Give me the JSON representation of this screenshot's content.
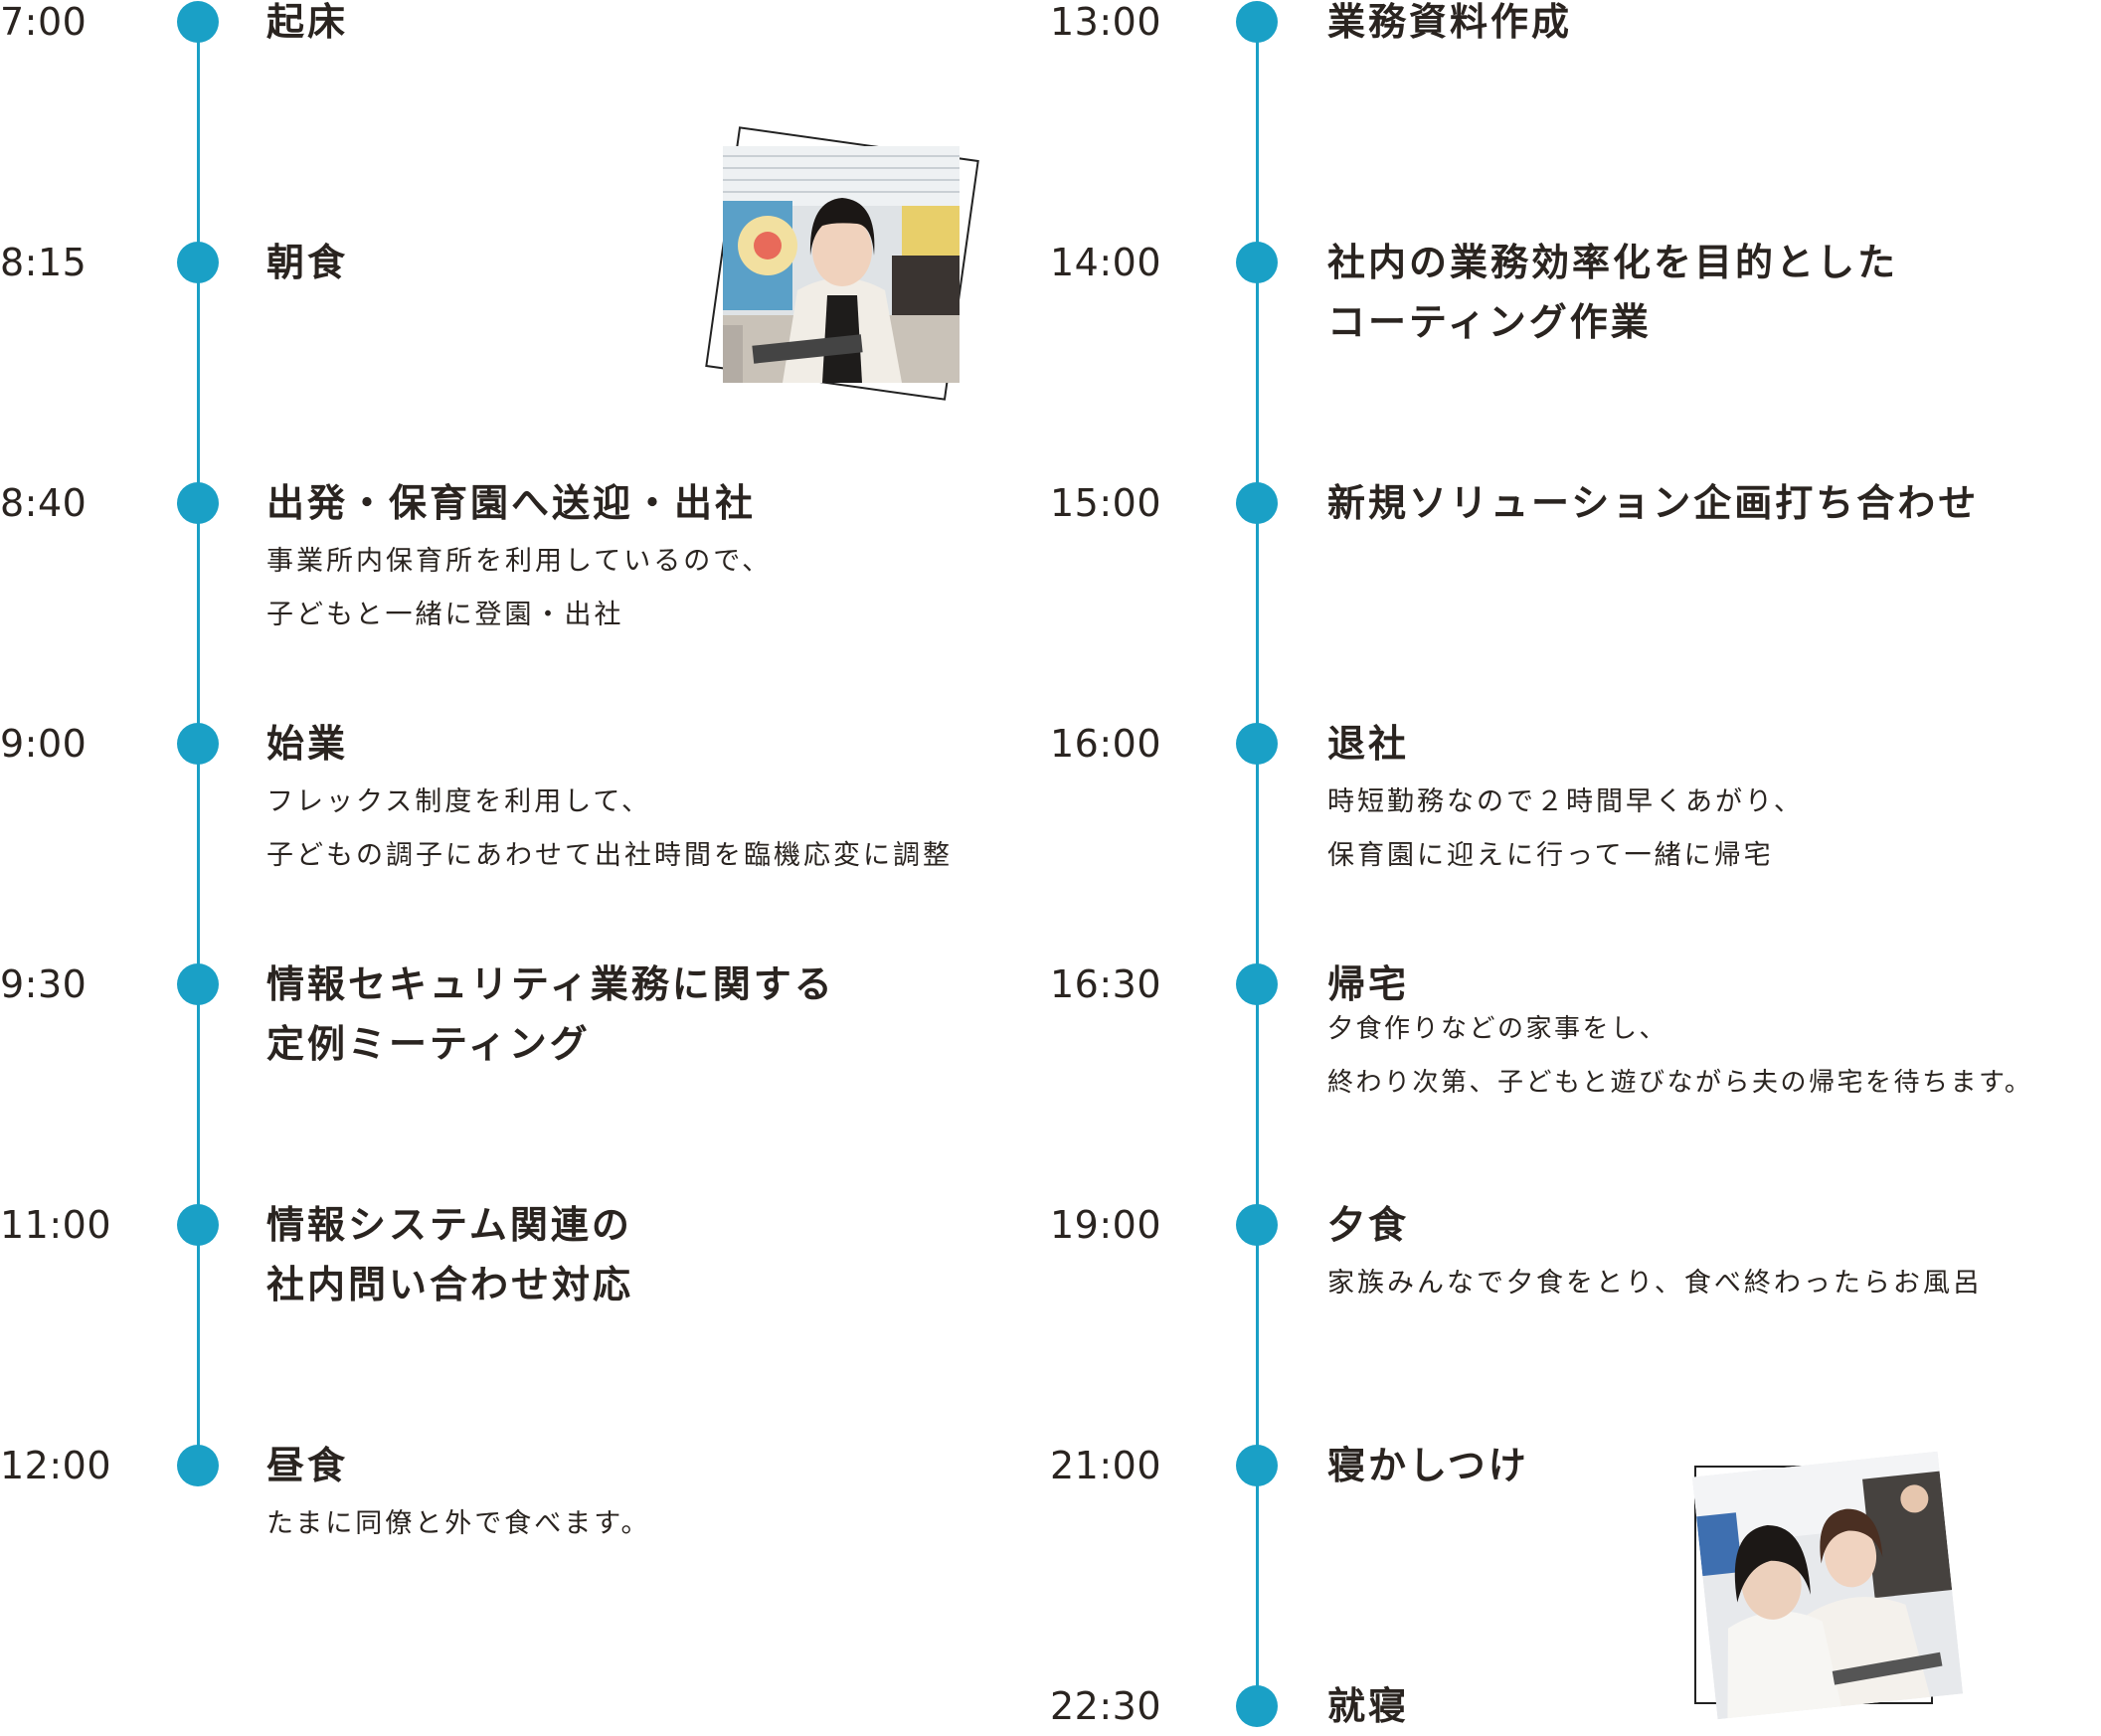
{
  "left": {
    "entries": [
      {
        "time": "7:00",
        "title": [
          "起床"
        ],
        "desc": []
      },
      {
        "time": "8:15",
        "title": [
          "朝食"
        ],
        "desc": []
      },
      {
        "time": "8:40",
        "title": [
          "出発・保育園へ送迎・出社"
        ],
        "desc": [
          "事業所内保育所を利用しているので、",
          "子どもと一緒に登園・出社"
        ]
      },
      {
        "time": "9:00",
        "title": [
          "始業"
        ],
        "desc": [
          "フレックス制度を利用して、",
          "子どもの調子にあわせて出社時間を臨機応変に調整"
        ]
      },
      {
        "time": "9:30",
        "title": [
          "情報セキュリティ業務に関する",
          "定例ミーティング"
        ],
        "desc": []
      },
      {
        "time": "11:00",
        "title": [
          "情報システム関連の",
          "社内問い合わせ対応"
        ],
        "desc": []
      },
      {
        "time": "12:00",
        "title": [
          "昼食"
        ],
        "desc": [
          "たまに同僚と外で食べます。"
        ]
      }
    ]
  },
  "right": {
    "entries": [
      {
        "time": "13:00",
        "title": [
          "業務資料作成"
        ],
        "desc": []
      },
      {
        "time": "14:00",
        "title": [
          "社内の業務効率化を目的とした",
          "コーティング作業"
        ],
        "desc": []
      },
      {
        "time": "15:00",
        "title": [
          "新規ソリューション企画打ち合わせ"
        ],
        "desc": []
      },
      {
        "time": "16:00",
        "title": [
          "退社"
        ],
        "desc": [
          "時短勤務なので２時間早くあがり、",
          "保育園に迎えに行って一緒に帰宅"
        ]
      },
      {
        "time": "16:30",
        "title": [
          "帰宅"
        ],
        "desc": [
          "夕食作りなどの家事をし、",
          "終わり次第、子どもと遊びながら夫の帰宅を待ちます。"
        ]
      },
      {
        "time": "19:00",
        "title": [
          "夕食"
        ],
        "desc": [
          "家族みんなで夕食をとり、食べ終わったらお風呂"
        ]
      },
      {
        "time": "21:00",
        "title": [
          "寝かしつけ"
        ],
        "desc": []
      },
      {
        "time": "22:30",
        "title": [
          "就寝"
        ],
        "desc": []
      }
    ]
  },
  "colors": {
    "accent": "#1aa0c6",
    "text": "#2a2420"
  }
}
